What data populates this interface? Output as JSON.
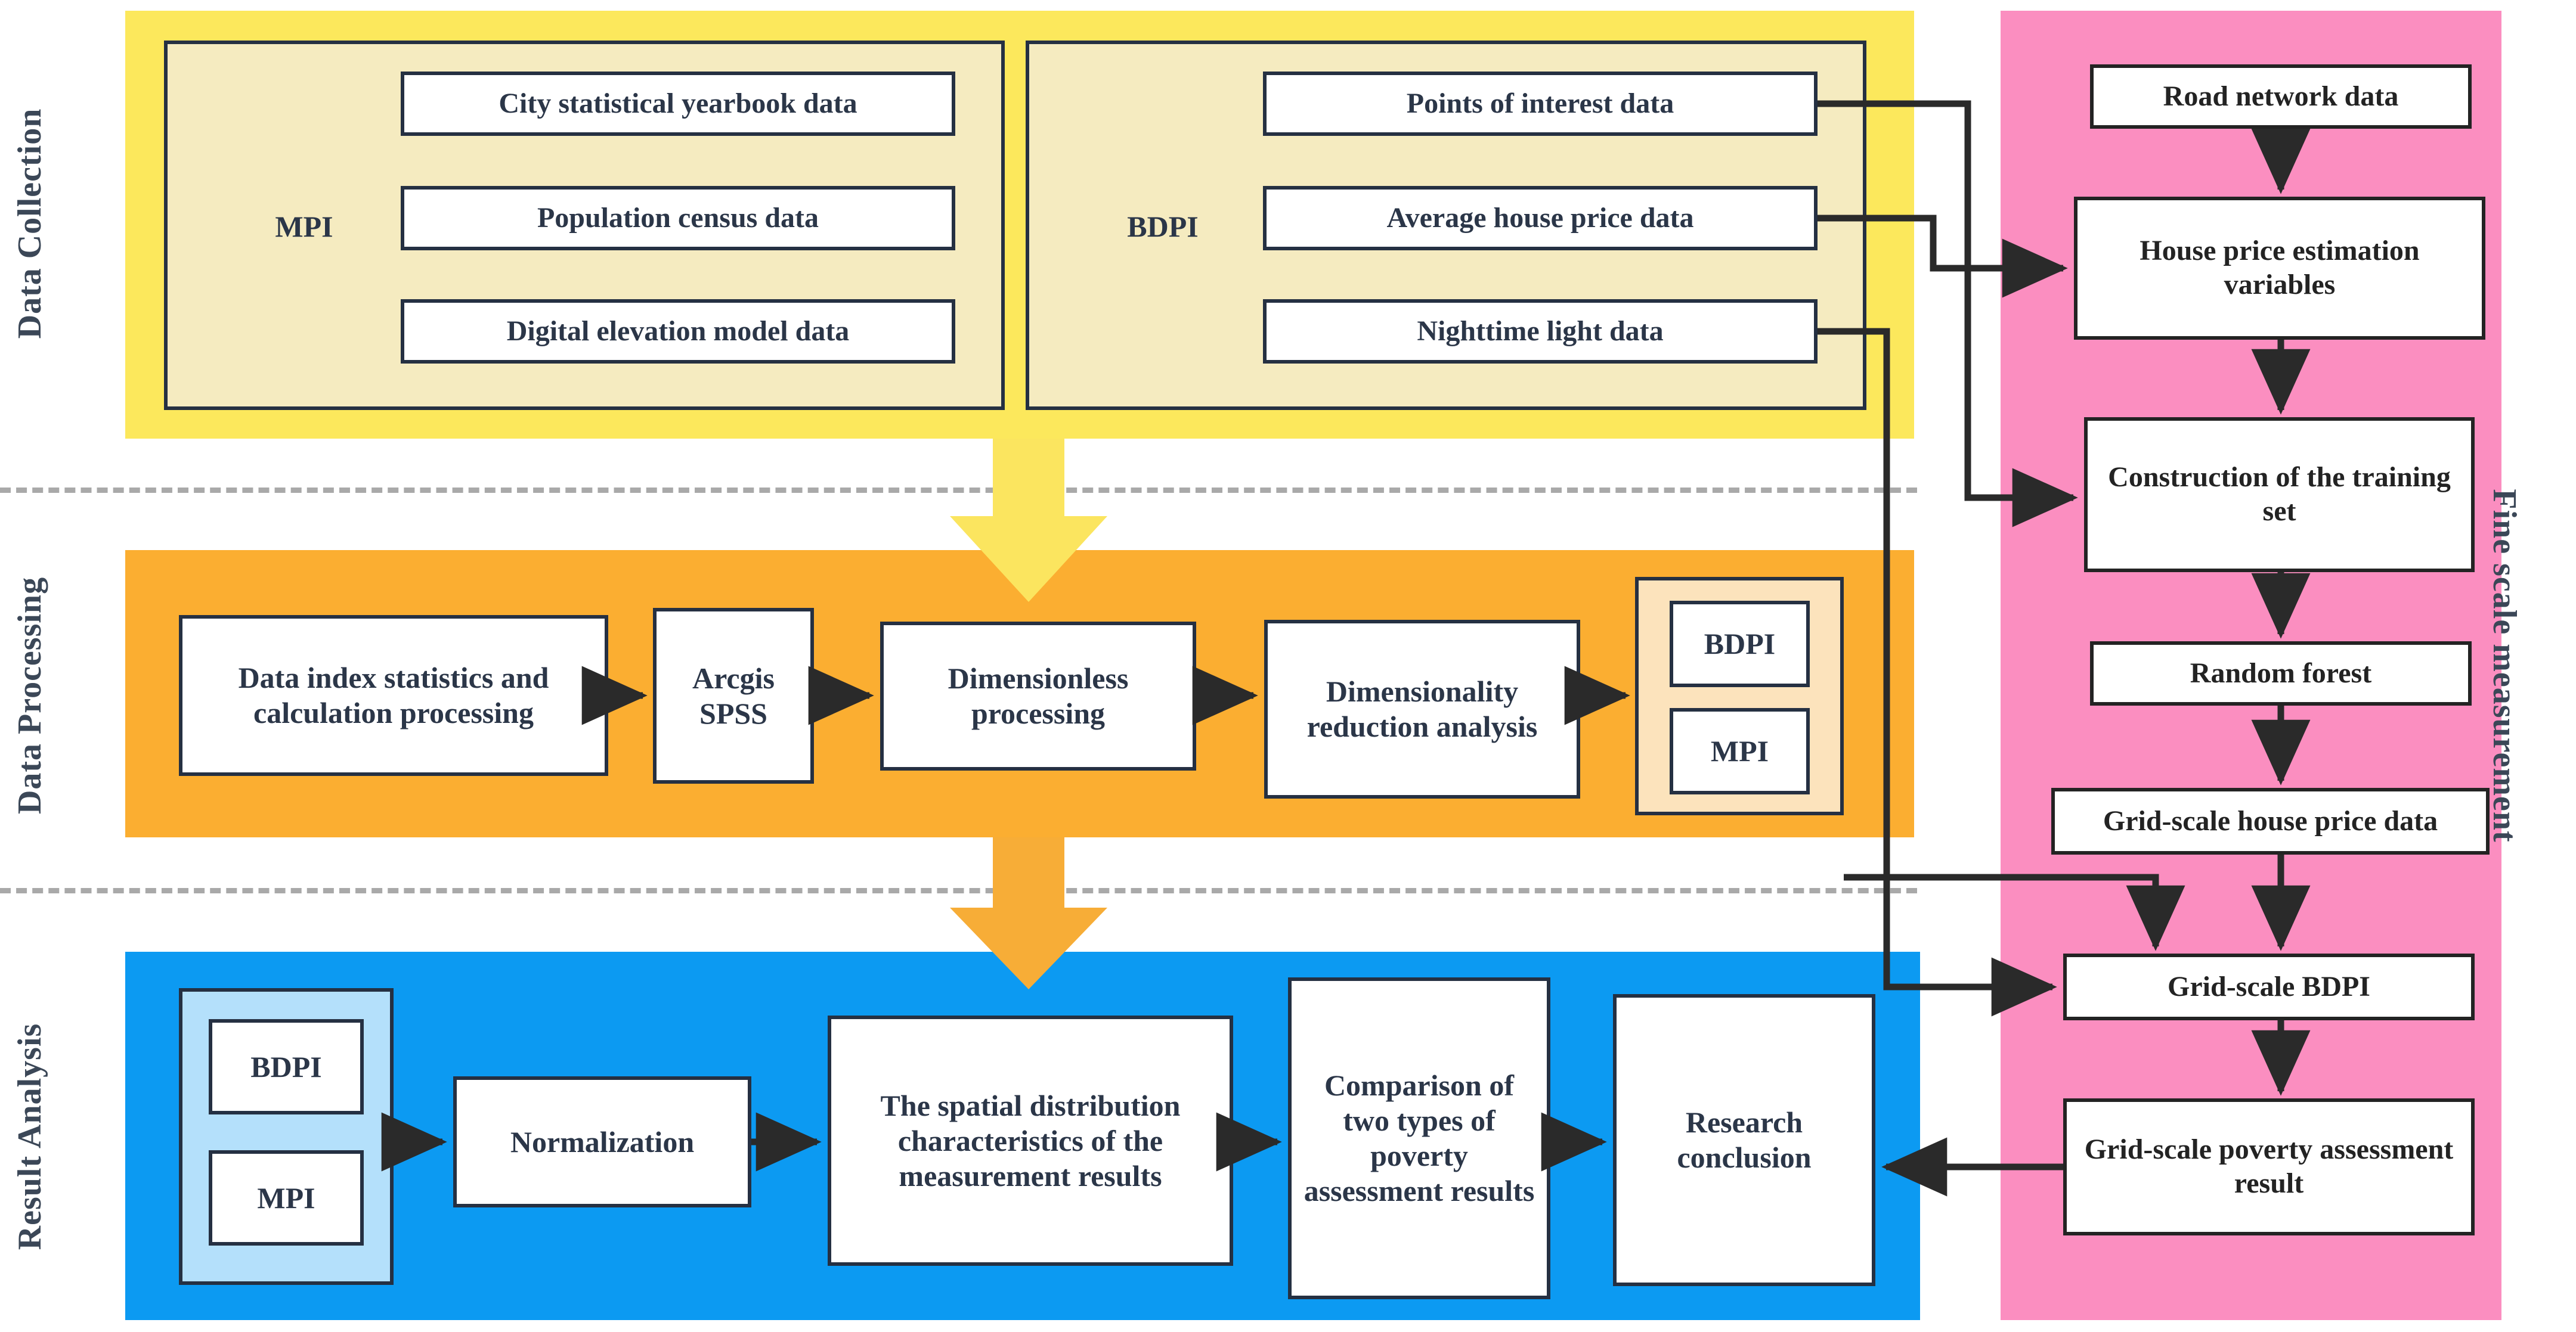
{
  "figure": {
    "type": "flowchart",
    "title": "Poverty measurement research framework flowchart"
  },
  "sections": [
    {
      "id": "data-collection",
      "label": "Data Collection",
      "color": "#FCE85C"
    },
    {
      "id": "data-processing",
      "label": "Data Processing",
      "color": "#FBAE31"
    },
    {
      "id": "result-analysis",
      "label": "Result Analysis",
      "color": "#0C9AF2"
    },
    {
      "id": "fine-scale",
      "label": "Fine scale  measurement",
      "color": "#FB8EC0"
    }
  ],
  "data_collection": {
    "mpi": {
      "role_label": "MPI",
      "items": [
        "City statistical yearbook data",
        "Population census data",
        "Digital elevation model data"
      ]
    },
    "bdpi": {
      "role_label": "BDPI",
      "items": [
        "Points of interest data",
        "Average house price data",
        "Nighttime light data"
      ]
    }
  },
  "data_processing": {
    "steps": [
      "Data index statistics and calculation processing",
      "Arcgis SPSS",
      "Dimensionless processing",
      "Dimensionality reduction analysis"
    ],
    "outputs": [
      "BDPI",
      "MPI"
    ]
  },
  "result_analysis": {
    "inputs": [
      "BDPI",
      "MPI"
    ],
    "steps": [
      "Normalization",
      "The spatial distribution characteristics of the measurement results",
      "Comparison of two types of poverty assessment results",
      "Research conclusion"
    ]
  },
  "fine_scale": {
    "steps": [
      "Road network data",
      "House price estimation variables",
      "Construction of the training set",
      "Random forest",
      "Grid-scale house price data",
      "Grid-scale BDPI",
      "Grid-scale poverty assessment result"
    ]
  },
  "colors": {
    "yellow_band": "#FCE85C",
    "cream_group": "#F5EBC0",
    "orange_band": "#FBAE31",
    "peach_group": "#FCE3BC",
    "blue_band": "#0C9AF2",
    "lightblue_group": "#B4E0FB",
    "pink_band": "#FB8EC0",
    "outline": "#253042",
    "text": "#2b3648",
    "dashed_separator": "#A9A9A9",
    "big_arrow_yellow": "#FBE55F",
    "big_arrow_orange": "#F7AD37"
  }
}
